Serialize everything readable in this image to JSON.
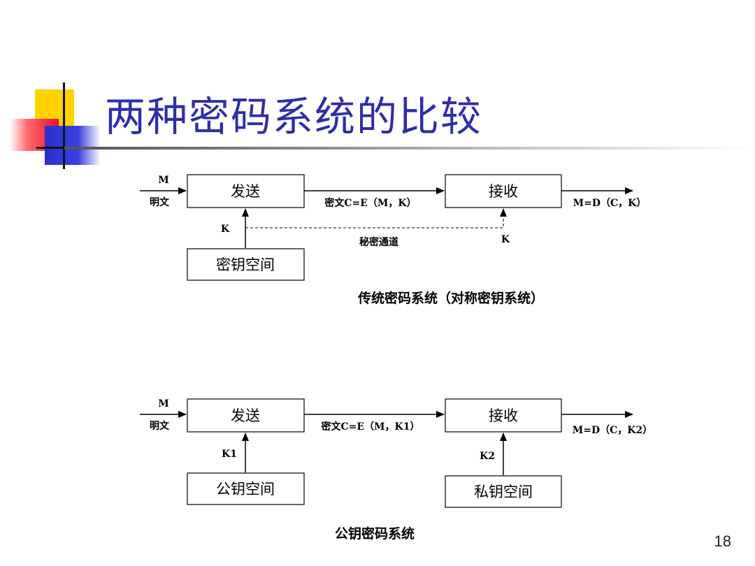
{
  "title": "两种密码系统的比较",
  "page_number": "18",
  "symmetric": {
    "send_label": "发送",
    "receive_label": "接收",
    "keyspace_label": "密钥空间",
    "input_top": "M",
    "input_bottom": "明文",
    "ciphertext_label": "密文C=E（M，K）",
    "output_label": "M=D（C，K）",
    "key_send_label": "K",
    "key_recv_label": "K",
    "channel_label": "秘密通道",
    "caption": "传统密码系统（对称密钥系统）"
  },
  "public": {
    "send_label": "发送",
    "receive_label": "接收",
    "pub_keyspace_label": "公钥空间",
    "priv_keyspace_label": "私钥空间",
    "input_top": "M",
    "input_bottom": "明文",
    "ciphertext_label": "密文C=E（M，K1）",
    "output_label": "M=D（C，K2）",
    "key_send_label": "K1",
    "key_recv_label": "K2",
    "caption": "公钥密码系统"
  }
}
